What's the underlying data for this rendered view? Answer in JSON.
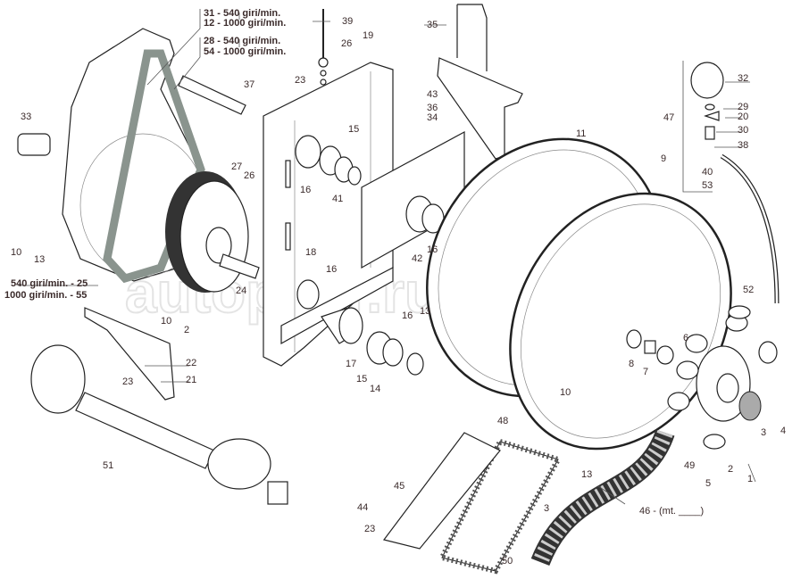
{
  "watermark": "autopiter.ru",
  "rpm_notes": {
    "n31": "31 - 540 giri/min.",
    "n12": "12 - 1000 giri/min.",
    "n28": "28 - 540 giri/min.",
    "n54": "54 - 1000 giri/min.",
    "n25": "540 giri/min. - 25",
    "n55": "1000 giri/min. - 55"
  },
  "labels": [
    "39",
    "26",
    "19",
    "23",
    "37",
    "35",
    "43",
    "36",
    "34",
    "33",
    "15",
    "16",
    "41",
    "27",
    "26",
    "11",
    "9",
    "32",
    "29",
    "20",
    "47",
    "30",
    "38",
    "40",
    "53",
    "10",
    "13",
    "18",
    "16",
    "24",
    "42",
    "16",
    "10",
    "2",
    "52",
    "13",
    "16",
    "6",
    "8",
    "7",
    "22",
    "23",
    "21",
    "17",
    "15",
    "14",
    "10",
    "4",
    "3",
    "48",
    "49",
    "2",
    "1",
    "5",
    "51",
    "45",
    "13",
    "3",
    "46 - (mt. ____)",
    "44",
    "23",
    "50"
  ]
}
